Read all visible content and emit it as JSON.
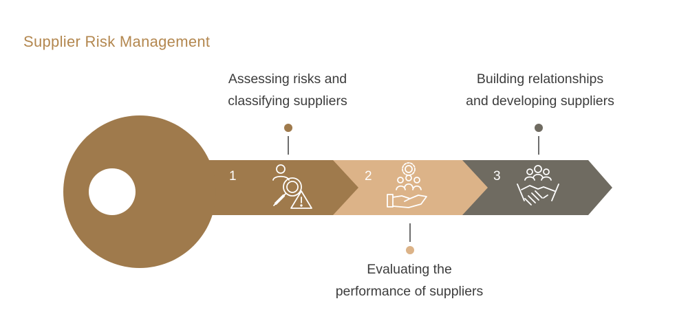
{
  "title": "Supplier Risk Management",
  "steps": [
    {
      "number": "1",
      "label_line1": "Assessing risks and",
      "label_line2": "classifying suppliers",
      "icon": "risk-assessment-icon",
      "color": "#9f7a4c"
    },
    {
      "number": "2",
      "label_line1": "Evaluating the",
      "label_line2": "performance of suppliers",
      "icon": "supplier-performance-icon",
      "color": "#dcb388"
    },
    {
      "number": "3",
      "label_line1": "Building relationships",
      "label_line2": "and developing suppliers",
      "icon": "handshake-icon",
      "color": "#6f6b61"
    }
  ],
  "colors": {
    "key_head": "#9f7a4c",
    "title": "#b3874f",
    "background": "#ffffff"
  }
}
